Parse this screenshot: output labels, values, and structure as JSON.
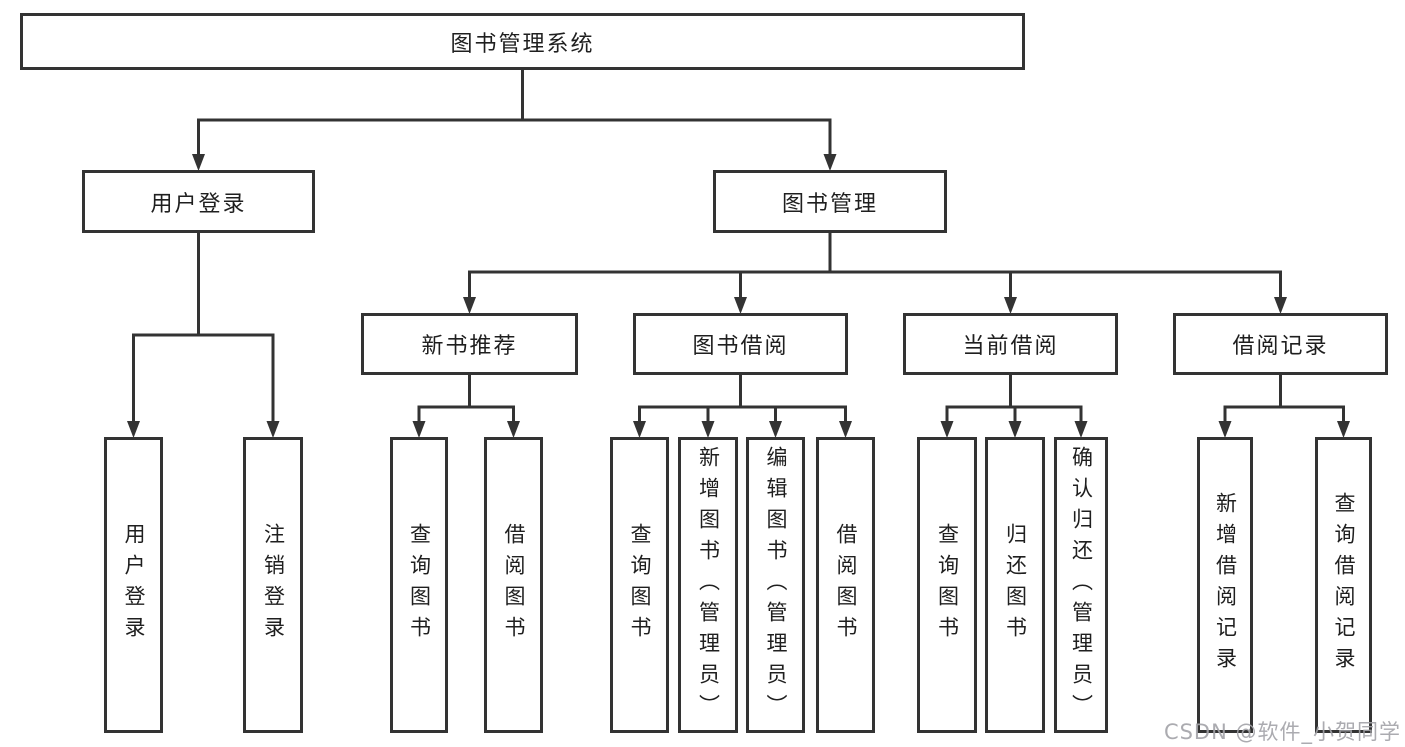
{
  "diagram": {
    "type": "tree",
    "nodes": [
      {
        "id": "root",
        "label": "图书管理系统",
        "parent": null,
        "text_direction": "horizontal"
      },
      {
        "id": "login",
        "label": "用户登录",
        "parent": "root",
        "text_direction": "horizontal"
      },
      {
        "id": "mgmt",
        "label": "图书管理",
        "parent": "root",
        "text_direction": "horizontal"
      },
      {
        "id": "new-rec",
        "label": "新书推荐",
        "parent": "mgmt",
        "text_direction": "horizontal"
      },
      {
        "id": "borrow",
        "label": "图书借阅",
        "parent": "mgmt",
        "text_direction": "horizontal"
      },
      {
        "id": "current",
        "label": "当前借阅",
        "parent": "mgmt",
        "text_direction": "horizontal"
      },
      {
        "id": "records",
        "label": "借阅记录",
        "parent": "mgmt",
        "text_direction": "horizontal"
      },
      {
        "id": "leaf-user-login",
        "label": "用户登录",
        "parent": "login",
        "text_direction": "vertical"
      },
      {
        "id": "leaf-logout",
        "label": "注销登录",
        "parent": "login",
        "text_direction": "vertical"
      },
      {
        "id": "leaf-query-book-1",
        "label": "查询图书",
        "parent": "new-rec",
        "text_direction": "vertical"
      },
      {
        "id": "leaf-borrow-book-1",
        "label": "借阅图书",
        "parent": "new-rec",
        "text_direction": "vertical"
      },
      {
        "id": "leaf-query-book-2",
        "label": "查询图书",
        "parent": "borrow",
        "text_direction": "vertical"
      },
      {
        "id": "leaf-add-book",
        "label": "新增图书（管理员）",
        "parent": "borrow",
        "text_direction": "vertical"
      },
      {
        "id": "leaf-edit-book",
        "label": "编辑图书（管理员）",
        "parent": "borrow",
        "text_direction": "vertical"
      },
      {
        "id": "leaf-borrow-book-2",
        "label": "借阅图书",
        "parent": "borrow",
        "text_direction": "vertical"
      },
      {
        "id": "leaf-query-book-3",
        "label": "查询图书",
        "parent": "current",
        "text_direction": "vertical"
      },
      {
        "id": "leaf-return-book",
        "label": "归还图书",
        "parent": "current",
        "text_direction": "vertical"
      },
      {
        "id": "leaf-confirm-return",
        "label": "确认归还（管理员）",
        "parent": "current",
        "text_direction": "vertical"
      },
      {
        "id": "leaf-add-record",
        "label": "新增借阅记录",
        "parent": "records",
        "text_direction": "vertical"
      },
      {
        "id": "leaf-query-record",
        "label": "查询借阅记录",
        "parent": "records",
        "text_direction": "vertical"
      }
    ]
  },
  "watermark": {
    "text": "CSDN @软件_小贺同学"
  },
  "colors": {
    "line": "#333333",
    "box_border": "#333333",
    "box_background": "#ffffff",
    "text": "#1f1f1f",
    "watermark": "#a3a3a8"
  }
}
